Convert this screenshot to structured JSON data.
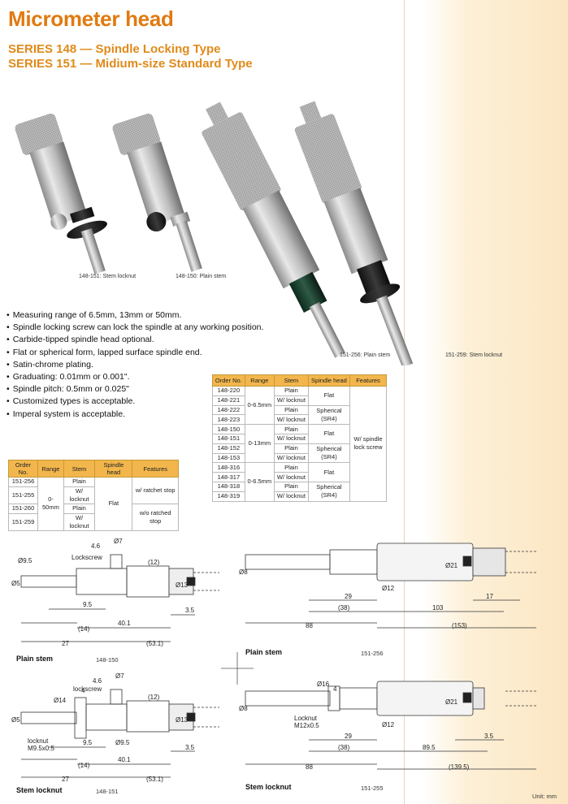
{
  "title": "Micrometer head",
  "subtitle1": "SERIES 148 — Spindle Locking Type",
  "subtitle2": "SERIES 151 — Midium-size Standard Type",
  "photos": {
    "cap1": "148-151: Stem locknut",
    "cap2": "148-150:  Plain stem",
    "cap3": "151-256:  Plain stem",
    "cap4": "151-259: Stem locknut"
  },
  "bullets": [
    "Measuring range of 6.5mm, 13mm or 50mm.",
    "Spindle locking screw can lock the spindle at any working position.",
    "Carbide-tipped spindle head optional.",
    "Flat or spherical form, lapped surface spindle end.",
    "Satin-chrome plating.",
    "Graduating: 0.01mm or 0.001\".",
    "Spindle pitch: 0.5mm or 0.025\"",
    "Customized types is acceptable.",
    "Imperal system is acceptable."
  ],
  "table148": {
    "headers": [
      "Order No.",
      "Range",
      "Stem",
      "Spindle head",
      "Features"
    ],
    "orders": [
      "148-220",
      "148-221",
      "148-222",
      "148-223",
      "148-150",
      "148-151",
      "148-152",
      "148-153",
      "148-316",
      "148-317",
      "148-318",
      "148-319"
    ],
    "ranges": [
      "0-6.5mm",
      "0-13mm",
      "0-6.5mm"
    ],
    "plain": "Plain",
    "locknut": "W/ locknut",
    "flat": "Flat",
    "spherical": "Spherical",
    "sr4": "(SR4)",
    "feature": "W/ spindle lock screw"
  },
  "table151": {
    "headers": [
      "Order No.",
      "Range",
      "Stem",
      "Spindle head",
      "Features"
    ],
    "orders": [
      "151-256",
      "151-255",
      "151-260",
      "151-259"
    ],
    "range": "0-50mm",
    "stems": [
      "Plain",
      "W/ locknut",
      "Plain",
      "W/ locknut"
    ],
    "head": "Flat",
    "feat1": "w/ ratchet stop",
    "feat2": "w/o ratched stop"
  },
  "drawings": {
    "plain_label": "Plain stem",
    "plain_code": "148-150",
    "locknut_label": "Stem locknut",
    "locknut_code": "148-151",
    "d256_label": "Plain stem",
    "d256_code": "151-256",
    "d255_label": "Stem locknut",
    "d255_code": "151-255",
    "dims_a": {
      "d46": "4.6",
      "d7": "Ø7",
      "d95": "Ø9.5",
      "lockscrew": "Lockscrew",
      "d12": "(12)",
      "d5": "Ø5",
      "d13": "Ø13",
      "d95b": "9.5",
      "d35": "3.5",
      "d14": "(14)",
      "d401": "40.1",
      "d27": "27",
      "d531": "(53.1)"
    },
    "dims_b": {
      "d46": "4.6",
      "d7": "Ø7",
      "lockscrew": "lockscrew",
      "d14o": "Ø14",
      "d12": "(12)",
      "d5": "Ø5",
      "d13": "Ø13",
      "locknut": "locknut",
      "m9": "M9.5x0.5",
      "d95": "Ø9.5",
      "d95b": "9.5",
      "d4": "4",
      "d35": "3.5",
      "d14": "(14)",
      "d401": "40.1",
      "d27": "27",
      "d531": "(53.1)"
    },
    "dims_c": {
      "d8": "Ø8",
      "d21": "Ø21",
      "d12": "Ø12",
      "d29": "29",
      "d38": "(38)",
      "d103": "103",
      "d17": "17",
      "d88": "88",
      "d153": "(153)"
    },
    "dims_d": {
      "d16": "Ø16",
      "d4": "4",
      "d8": "Ø8",
      "d21": "Ø21",
      "locknut": "Locknut",
      "m12": "M12x0.5",
      "d12": "Ø12",
      "d29": "29",
      "d38": "(38)",
      "d895": "89.5",
      "d35": "3.5",
      "d88": "88",
      "d1395": "(139.5)"
    }
  },
  "unit": "Unit: mm"
}
